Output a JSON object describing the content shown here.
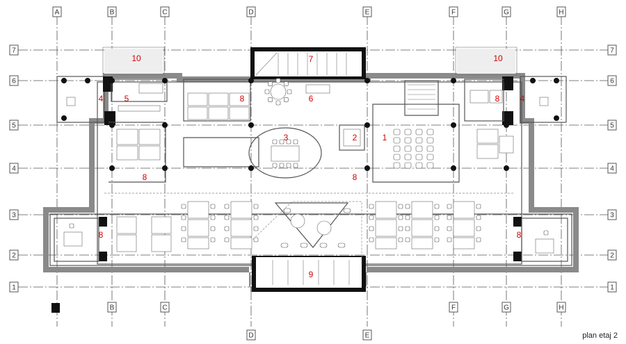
{
  "plan_title": "plan etaj 2",
  "grid_columns": [
    "A",
    "B",
    "C",
    "D",
    "E",
    "F",
    "G",
    "H"
  ],
  "grid_rows": [
    "7",
    "6",
    "5",
    "4",
    "3",
    "2",
    "1"
  ],
  "room_numbers": [
    "10",
    "7",
    "10",
    "4",
    "5",
    "8",
    "6",
    "8",
    "4",
    "3",
    "2",
    "1",
    "8",
    "8",
    "8",
    "8",
    "9"
  ],
  "colors": {
    "grid": "#555555",
    "wall": "#8a8a8a",
    "room_number": "#d40000"
  }
}
